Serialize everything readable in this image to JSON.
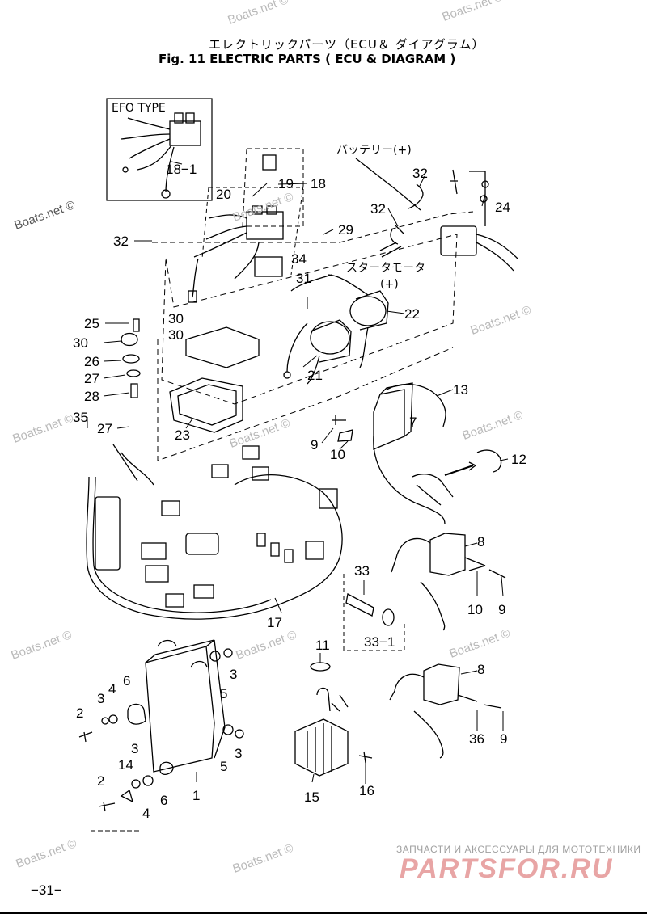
{
  "header": {
    "title_jp": "エレクトリックパーツ（ECU＆ ダイアグラム）",
    "title_en": "Fig. 11   ELECTRIC PARTS ( ECU & DIAGRAM )"
  },
  "diagram": {
    "inset_label": "EFO TYPE",
    "callouts": {
      "c1": "1",
      "c2": "2",
      "c3": "3",
      "c4": "4",
      "c5": "5",
      "c6": "6",
      "c7": "7",
      "c8": "8",
      "c9": "9",
      "c10": "10",
      "c11": "11",
      "c12": "12",
      "c13": "13",
      "c14": "14",
      "c15": "15",
      "c16": "16",
      "c17": "17",
      "c18": "18",
      "c18_1": "18−1",
      "c19": "19",
      "c20": "20",
      "c21": "21",
      "c22": "22",
      "c23": "23",
      "c24": "24",
      "c25": "25",
      "c26": "26",
      "c27": "27",
      "c28": "28",
      "c29": "29",
      "c30": "30",
      "c31": "31",
      "c32": "32",
      "c33": "33",
      "c33_1": "33−1",
      "c34": "34",
      "c35": "35",
      "c36": "36",
      "battery_plus": "バッテリー(+)",
      "starter_motor": "スタータモータ",
      "starter_motor_plus": "(+)"
    }
  },
  "watermark": {
    "text": "Boats.net ©"
  },
  "footer": {
    "store_tagline": "ЗАПЧАСТИ И АКСЕССУАРЫ ДЛЯ МОТОТЕХНИКИ",
    "store_logo": "PARTSFOR.RU",
    "page_number": "−31−"
  }
}
